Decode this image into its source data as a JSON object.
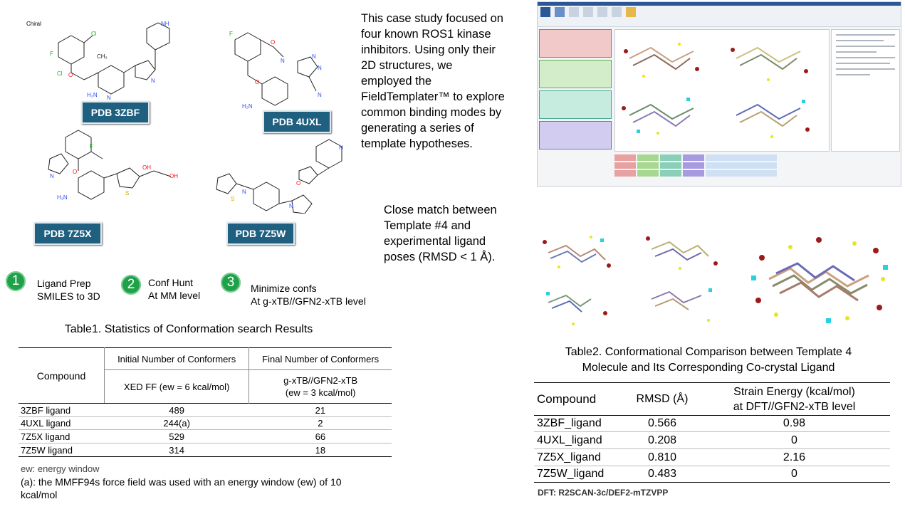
{
  "figure": {
    "chiral_label": "Chiral",
    "pdb_labels": [
      "PDB 3ZBF",
      "PDB 4UXL",
      "PDB 7Z5X",
      "PDB 7Z5W"
    ]
  },
  "steps": [
    {
      "number": "1",
      "line1": "Ligand Prep",
      "line2": "SMILES to 3D"
    },
    {
      "number": "2",
      "line1": "Conf Hunt",
      "line2": "At MM level"
    },
    {
      "number": "3",
      "line1": "Minimize confs",
      "line2": "At g-xTB//GFN2-xTB level"
    }
  ],
  "intro_lines": [
    "This case study focused on",
    "four known ROS1 kinase",
    "inhibitors. Using only their",
    "2D structures, we",
    "employed the",
    "FieldTemplater™ to explore",
    "common binding modes by",
    "generating a series of",
    "template hypotheses."
  ],
  "match_lines": [
    "Close match between",
    "Template #4 and",
    "experimental ligand",
    "poses (RMSD < 1 Å)."
  ],
  "table1": {
    "caption": "Table1. Statistics of Conformation search Results",
    "compound_header": "Compound",
    "initial_header": "Initial Number of Conformers",
    "final_header": "Final Number of Conformers",
    "initial_sub": "XED FF (ew = 6 kcal/mol)",
    "final_sub_1": "g-xTB//GFN2-xTB",
    "final_sub_2": "(ew = 3 kcal/mol)",
    "rows": [
      {
        "compound": "3ZBF ligand",
        "initial": "489",
        "final": "21"
      },
      {
        "compound": "4UXL ligand",
        "initial": "244(a)",
        "final": "2"
      },
      {
        "compound": "7Z5X ligand",
        "initial": "529",
        "final": "66"
      },
      {
        "compound": "7Z5W ligand",
        "initial": "314",
        "final": "18"
      }
    ],
    "note_ew": "ew: energy window",
    "note_a_1": "(a): the MMFF94s force field was used with an energy window (ew) of 10",
    "note_a_2": "kcal/mol"
  },
  "table2": {
    "caption_1": "Table2. Conformational Comparison between Template 4",
    "caption_2": "Molecule and Its Corresponding Co-crystal Ligand",
    "col_compound": "Compound",
    "col_rmsd": "RMSD  (Å)",
    "col_strain_1": "Strain Energy (kcal/mol)",
    "col_strain_2": "at DFT//GFN2-xTB level",
    "rows": [
      {
        "compound": "3ZBF_ligand",
        "rmsd": "0.566",
        "strain": "0.98"
      },
      {
        "compound": "4UXL_ligand",
        "rmsd": "0.208",
        "strain": "0"
      },
      {
        "compound": "7Z5X_ligand",
        "rmsd": "0.810",
        "strain": "2.16"
      },
      {
        "compound": "7Z5W_ligand",
        "rmsd": "0.483",
        "strain": "0"
      }
    ],
    "footnote": "DFT: R2SCAN-3c/DEF2-mTZVPP"
  },
  "colors": {
    "pdb_badge": "#1f5f7f",
    "step_green": "#1fa14a",
    "nitrogen": "#3050f8",
    "oxygen": "#ff0d0d",
    "halogen": "#1ff01f"
  }
}
